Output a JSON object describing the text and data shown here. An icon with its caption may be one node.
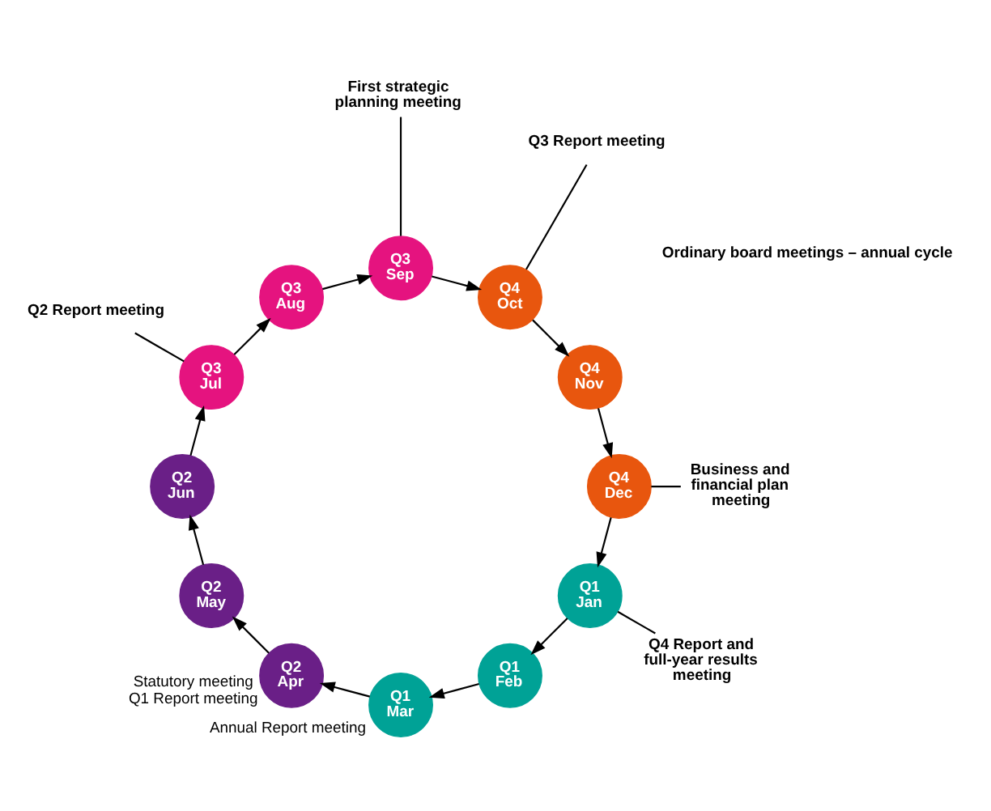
{
  "diagram": {
    "nodes": [
      {
        "text": [
          "Q1",
          "Jan"
        ]
      },
      {
        "text": [
          "Q1",
          "Feb"
        ]
      },
      {
        "text": [
          "Q1",
          "Mar"
        ],
        "beside": [
          "Annual Report meeting"
        ]
      },
      {
        "text": [
          "Q2",
          "Apr"
        ],
        "beside": [
          "Statutory meeting",
          "Q1 Report meeting"
        ]
      },
      {
        "text": [
          "Q2",
          "May"
        ]
      },
      {
        "text": [
          "Q2",
          "Jun"
        ]
      },
      {
        "text": [
          "Q3",
          "Jul"
        ]
      },
      {
        "text": [
          "Q3",
          "Aug"
        ]
      },
      {
        "text": [
          "Q3",
          "Sep"
        ]
      },
      {
        "text": [
          "Q4",
          "Oct"
        ]
      },
      {
        "text": [
          "Q4",
          "Nov"
        ]
      },
      {
        "text": [
          "Q4",
          "Dec"
        ]
      },
      {
        "text": [
          "Q4 Report and full-year results meeting"
        ]
      },
      {
        "text": [
          "Q2 Report meeting"
        ]
      },
      {
        "text": [
          "First strategic planning meeting"
        ]
      },
      {
        "text": [
          "Q3 Report meeting"
        ]
      },
      {
        "text": [
          "Business and financial plan meeting"
        ]
      }
    ],
    "edges": [
      {
        "from": 0,
        "to": 1,
        "arrow": "to"
      },
      {
        "from": 1,
        "to": 2,
        "arrow": "to"
      },
      {
        "from": 2,
        "to": 3,
        "arrow": "to"
      },
      {
        "from": 3,
        "to": 4,
        "arrow": "to"
      },
      {
        "from": 4,
        "to": 5,
        "arrow": "to"
      },
      {
        "from": 5,
        "to": 6,
        "arrow": "to"
      },
      {
        "from": 6,
        "to": 7,
        "arrow": "to"
      },
      {
        "from": 7,
        "to": 8,
        "arrow": "to"
      },
      {
        "from": 8,
        "to": 9,
        "arrow": "to"
      },
      {
        "from": 9,
        "to": 10,
        "arrow": "to"
      },
      {
        "from": 10,
        "to": 11,
        "arrow": "to"
      },
      {
        "from": 11,
        "to": 0,
        "arrow": "to"
      },
      {
        "from": 12,
        "to": 0,
        "arrow": "none"
      },
      {
        "from": 13,
        "to": 6,
        "arrow": "none"
      },
      {
        "from": 14,
        "to": 8,
        "arrow": "none"
      },
      {
        "from": 15,
        "to": 9,
        "arrow": "none"
      },
      {
        "from": 16,
        "to": 11,
        "arrow": "none"
      }
    ],
    "labels": [
      "Ordinary board meetings – annual cycle"
    ]
  }
}
